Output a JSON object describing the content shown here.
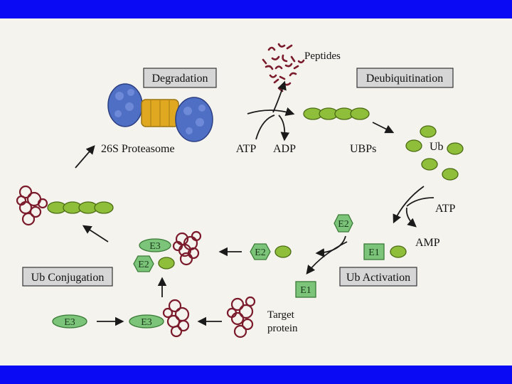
{
  "diagram": {
    "stages": {
      "degradation": "Degradation",
      "deubiquitination": "Deubiquitination",
      "ub_activation": "Ub Activation",
      "ub_conjugation": "Ub Conjugation"
    },
    "labels": {
      "peptides": "Peptides",
      "proteasome": "26S Proteasome",
      "atp_top": "ATP",
      "adp": "ADP",
      "ubps": "UBPs",
      "ub": "Ub",
      "atp_right": "ATP",
      "amp": "AMP",
      "target_line1": "Target",
      "target_line2": "protein"
    },
    "enzymes": {
      "e1": "E1",
      "e2": "E2",
      "e3": "E3"
    },
    "colors": {
      "background": "#0a0af5",
      "figure_bg": "#f4f3ee",
      "ubiquitin": "#8fbf3a",
      "enzyme_fill": "#7cc47a",
      "protein": "#7a1a2a",
      "proteasome_blue": "#4f6fc4",
      "proteasome_core": "#e0a820"
    }
  }
}
